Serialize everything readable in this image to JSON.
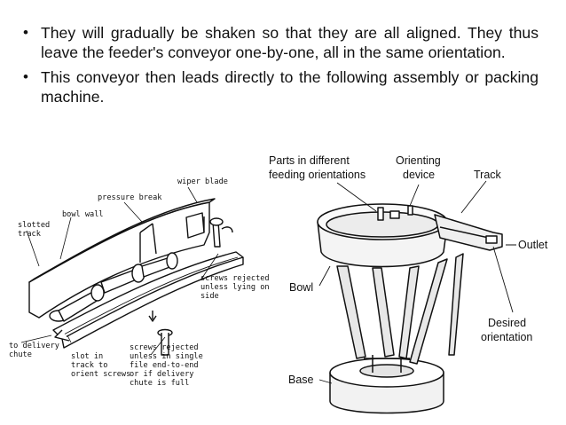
{
  "bullets": [
    {
      "text": "They will gradually be shaken so that they are all aligned. They thus leave the feeder's conveyor one-by-one, all in the same orientation."
    },
    {
      "text": "This conveyor then leads directly to the following assembly or packing machine."
    }
  ],
  "left_figure": {
    "labels": {
      "wiper_blade": "wiper blade",
      "pressure_break": "pressure break",
      "bowl_wall": "bowl wall",
      "slotted": "slotted",
      "track": "track",
      "rejected_1": "screws rejected",
      "rejected_2": "unless lying on",
      "rejected_3": "side",
      "delivery_1": "to delivery",
      "delivery_2": "chute",
      "slot_1": "slot in",
      "slot_2": "track to",
      "slot_3": "orient screws",
      "single_1": "screws rejected",
      "single_2": "unless in single",
      "single_3": "file end-to-end",
      "single_4": "or if delivery",
      "single_5": "chute is full"
    }
  },
  "right_figure": {
    "labels": {
      "parts_1": "Parts in different",
      "parts_2": "feeding orientations",
      "orienting_1": "Orienting",
      "orienting_2": "device",
      "track": "Track",
      "outlet": "Outlet",
      "bowl": "Bowl",
      "desired_1": "Desired",
      "desired_2": "orientation",
      "base": "Base"
    }
  }
}
